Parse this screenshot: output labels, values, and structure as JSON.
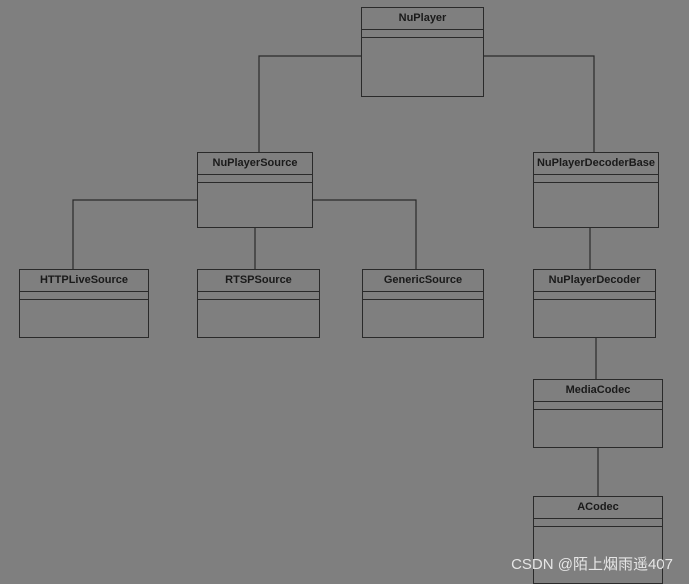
{
  "diagram": {
    "classes": [
      {
        "id": "nuplayer",
        "name": "NuPlayer"
      },
      {
        "id": "nuplayersource",
        "name": "NuPlayerSource"
      },
      {
        "id": "nuplayerdecoderbase",
        "name": "NuPlayerDecoderBase"
      },
      {
        "id": "httplivesource",
        "name": "HTTPLiveSource"
      },
      {
        "id": "rtspsource",
        "name": "RTSPSource"
      },
      {
        "id": "genericsource",
        "name": "GenericSource"
      },
      {
        "id": "nuplayerdecoder",
        "name": "NuPlayerDecoder"
      },
      {
        "id": "mediacodec",
        "name": "MediaCodec"
      },
      {
        "id": "acodec",
        "name": "ACodec"
      }
    ],
    "edges": [
      [
        "nuplayer",
        "nuplayersource"
      ],
      [
        "nuplayer",
        "nuplayerdecoderbase"
      ],
      [
        "nuplayersource",
        "httplivesource"
      ],
      [
        "nuplayersource",
        "rtspsource"
      ],
      [
        "nuplayersource",
        "genericsource"
      ],
      [
        "nuplayerdecoderbase",
        "nuplayerdecoder"
      ],
      [
        "nuplayerdecoder",
        "mediacodec"
      ],
      [
        "mediacodec",
        "acodec"
      ]
    ]
  },
  "watermark": "CSDN @陌上烟雨遥407",
  "colors": {
    "background": "#7f7f7f",
    "line": "#2a2a2a",
    "text": "#1a1a1a",
    "watermark": "#e6e6e6"
  }
}
